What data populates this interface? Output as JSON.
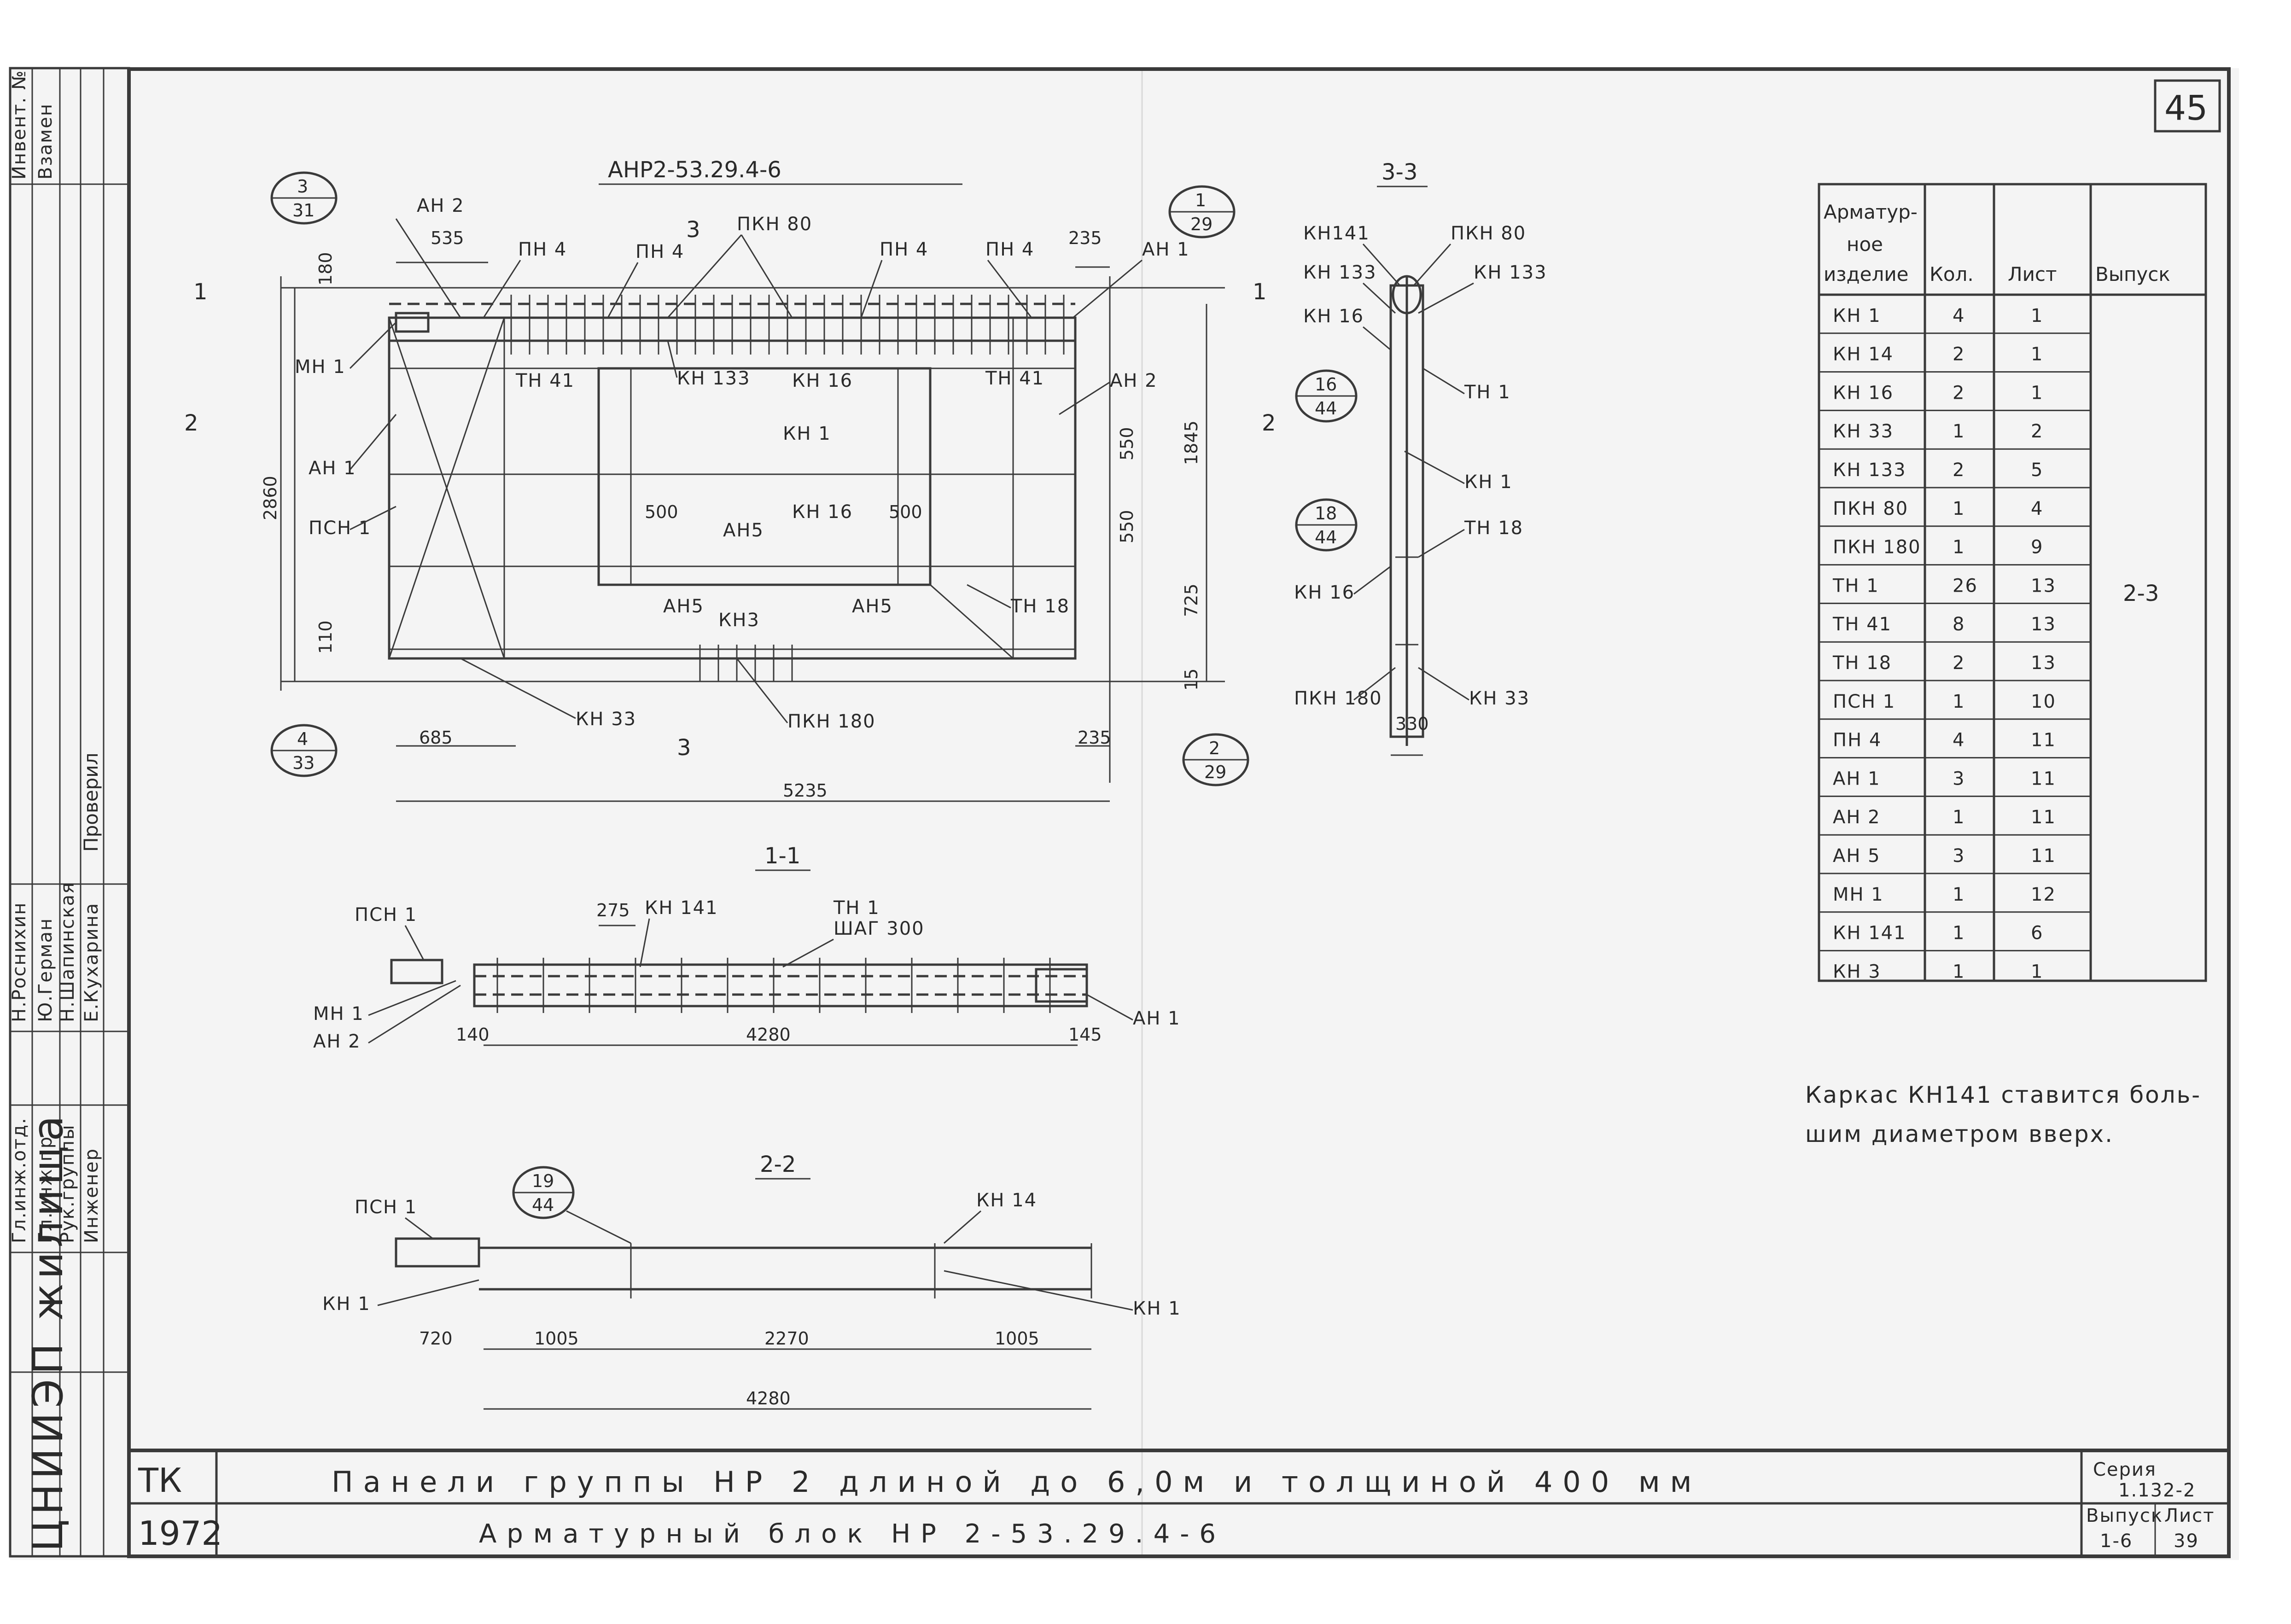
{
  "sheet_number": "45",
  "top_title": "АНР2-53.29.4-6",
  "section_labels": {
    "s33": "3-3",
    "s11": "1-1",
    "s22": "2-2",
    "cut1": "1",
    "cut2": "2",
    "cut3": "3"
  },
  "callouts": {
    "c_3_31": [
      "3",
      "31"
    ],
    "c_1_29": [
      "1",
      "29"
    ],
    "c_4_33": [
      "4",
      "33"
    ],
    "c_2_29": [
      "2",
      "29"
    ],
    "c_16_44": [
      "16",
      "44"
    ],
    "c_18_44": [
      "18",
      "44"
    ],
    "c_19_44": [
      "19",
      "44"
    ]
  },
  "main_view": {
    "labels": {
      "an2_top": "АН 2",
      "pn4_a": "ПН 4",
      "pn4_b": "ПН 4",
      "pkn80": "ПКН 80",
      "pn4_c": "ПН 4",
      "pn4_d": "ПН 4",
      "an1_top": "АН 1",
      "mn1": "МН 1",
      "kn133": "КН 133",
      "kn16_a": "КН 16",
      "tn41_a": "ТН 41",
      "tn41_b": "ТН 41",
      "an2_right": "АН 2",
      "an1_left": "АН 1",
      "kn1": "КН 1",
      "psn1": "ПСН 1",
      "an5_a": "АН5",
      "kn16_b": "КН 16",
      "an5_b": "АН5",
      "an5_c": "АН5",
      "kn3": "КН3",
      "tn18": "ТН 18",
      "kn33": "КН 33",
      "pkn180": "ПКН 180"
    },
    "dims": {
      "d535": "535",
      "d180": "180",
      "d235": "235",
      "d2860": "2860",
      "d1845": "1845",
      "d550a": "550",
      "d550b": "550",
      "d500a": "500",
      "d500b": "500",
      "d725": "725",
      "d110": "110",
      "d15": "15",
      "d685": "685",
      "d235b": "235",
      "d5235": "5235"
    }
  },
  "view_33": {
    "labels": {
      "kn141": "КН141",
      "pkn80": "ПКН 80",
      "kn133a": "КН 133",
      "kn133b": "КН 133",
      "kn16a": "КН 16",
      "tn1": "ТН 1",
      "kn1": "КН 1",
      "tn18": "ТН 18",
      "kn16b": "КН 16",
      "pkn180": "ПКН 180",
      "kn33": "КН 33"
    },
    "dims": {
      "d330": "330"
    }
  },
  "view_11": {
    "labels": {
      "psn1": "ПСН 1",
      "kn141": "КН 141",
      "tn1": "ТН 1",
      "step": "ШАГ 300",
      "mn1": "МН 1",
      "an2": "АН 2",
      "an1": "АН 1"
    },
    "dims": {
      "d275": "275",
      "d140": "140",
      "d4280": "4280",
      "d145": "145"
    }
  },
  "view_22": {
    "labels": {
      "psn1": "ПСН 1",
      "kn14": "КН 14",
      "kn1a": "КН 1",
      "kn1b": "КН 1"
    },
    "dims": {
      "d720": "720",
      "d1005a": "1005",
      "d2270": "2270",
      "d1005b": "1005",
      "d4280": "4280"
    }
  },
  "spec_table": {
    "headers": [
      "Арматур-ное изделие",
      "Кол.",
      "Лист",
      "Выпуск"
    ],
    "header_lines": [
      "Арматур-",
      "ное",
      "изделие"
    ],
    "rows": [
      [
        "КН 1",
        "4",
        "1"
      ],
      [
        "КН 14",
        "2",
        "1"
      ],
      [
        "КН 16",
        "2",
        "1"
      ],
      [
        "КН 33",
        "1",
        "2"
      ],
      [
        "КН 133",
        "2",
        "5"
      ],
      [
        "ПКН 80",
        "1",
        "4"
      ],
      [
        "ПКН 180",
        "1",
        "9"
      ],
      [
        "ТН 1",
        "26",
        "13"
      ],
      [
        "ТН 41",
        "8",
        "13"
      ],
      [
        "ТН 18",
        "2",
        "13"
      ],
      [
        "ПСН 1",
        "1",
        "10"
      ],
      [
        "ПН 4",
        "4",
        "11"
      ],
      [
        "АН 1",
        "3",
        "11"
      ],
      [
        "АН 2",
        "1",
        "11"
      ],
      [
        "АН 5",
        "3",
        "11"
      ],
      [
        "МН 1",
        "1",
        "12"
      ],
      [
        "КН 141",
        "1",
        "6"
      ],
      [
        "КН 3",
        "1",
        "1"
      ]
    ],
    "release": "2-3"
  },
  "note": [
    "Каркас КН141 ставится боль-",
    "шим диаметром вверх."
  ],
  "title_block": {
    "org_code": "ТК",
    "year": "1972",
    "title_line1": "Панели группы НР 2 длиной до 6,0м и толщиной 400 мм",
    "title_line2": "Арматурный блок НР 2-53.29.4-6",
    "series_label": "Серия",
    "series_value": "1.132-2",
    "release_label": "Выпуск",
    "release_value": "1-6",
    "sheet_label": "Лист",
    "sheet_value": "39"
  },
  "side_stamp": {
    "inv": "Инвент. №",
    "replace": "Взамен",
    "roles": [
      "Гл.инж.отд.",
      "Гл.инж.пр.",
      "Рук.группы",
      "Инженер"
    ],
    "names": [
      "Н.Роснихин",
      "Ю.Герман",
      "Н.Шапинская",
      "Е.Кухарина"
    ],
    "checked": "Проверил",
    "org": "ЦНИИЭП жилища"
  },
  "colors": {
    "ink": "#2a2a2a",
    "paper": "#f6f6f6",
    "border": "#3a3a3a"
  }
}
